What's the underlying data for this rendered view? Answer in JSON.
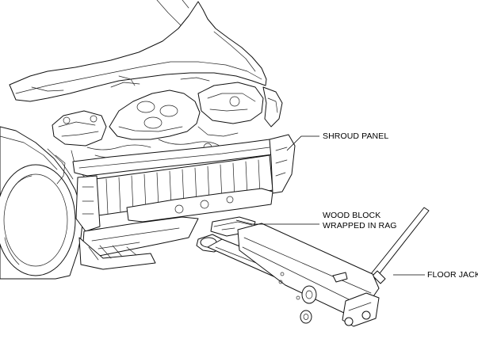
{
  "labels": {
    "shroud_panel": "SHROUD PANEL",
    "wood_block_line1": "WOOD BLOCK",
    "wood_block_line2": "WRAPPED IN RAG",
    "floor_jack": "FLOOR JACK"
  }
}
